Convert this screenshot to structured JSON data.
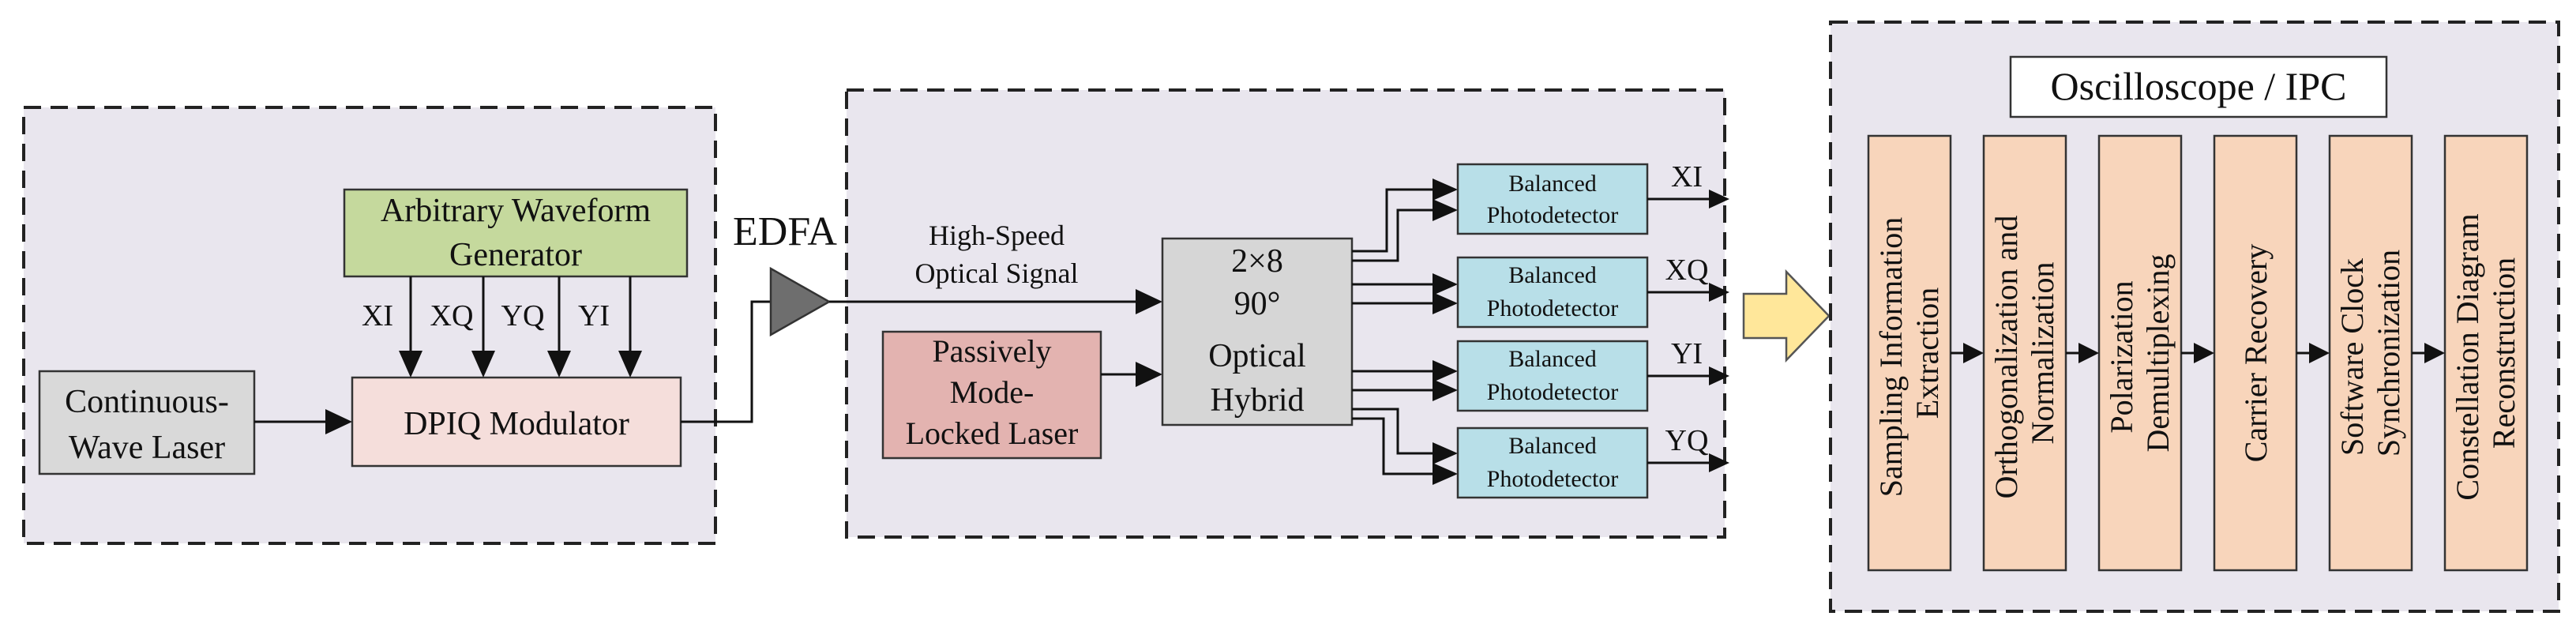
{
  "colors": {
    "panel_fill": "#e9e6ee",
    "laser_fill": "#d9d9d9",
    "awg_fill": "#c5d99d",
    "modulator_fill": "#f5dedb",
    "mll_fill": "#e3b3b0",
    "hybrid_fill": "#d6d6d6",
    "photodetector_fill": "#b8dfe8",
    "dsp_fill": "#f8d5bb",
    "big_arrow_fill": "#ffe79a"
  },
  "transmitter": {
    "awg_lines": [
      "Arbitrary Waveform",
      "Generator"
    ],
    "laser_lines": [
      "Continuous-",
      "Wave Laser"
    ],
    "modulator_label": "DPIQ Modulator",
    "channel_labels": [
      "XI",
      "XQ",
      "YQ",
      "YI"
    ]
  },
  "amplifier": {
    "label": "EDFA"
  },
  "receiver": {
    "signal_lines": [
      "High-Speed",
      "Optical Signal"
    ],
    "mll_lines": [
      "Passively",
      "Mode-",
      "Locked Laser"
    ],
    "hybrid_lines": [
      "2×8",
      "90°",
      "Optical",
      "Hybrid"
    ],
    "photodetectors": [
      {
        "lines": [
          "Balanced",
          "Photodetector"
        ],
        "output": "XI"
      },
      {
        "lines": [
          "Balanced",
          "Photodetector"
        ],
        "output": "XQ"
      },
      {
        "lines": [
          "Balanced",
          "Photodetector"
        ],
        "output": "YI"
      },
      {
        "lines": [
          "Balanced",
          "Photodetector"
        ],
        "output": "YQ"
      }
    ]
  },
  "processing": {
    "title": "Oscilloscope / IPC",
    "steps": [
      {
        "lines": [
          "Sampling Information",
          "Extraction"
        ]
      },
      {
        "lines": [
          "Orthogonalization and",
          "Normalization"
        ]
      },
      {
        "lines": [
          "Polarization",
          "Demultiplexing"
        ]
      },
      {
        "lines": [
          "Carrier Recovery"
        ]
      },
      {
        "lines": [
          "Software Clock",
          "Synchronization"
        ]
      },
      {
        "lines": [
          "Constellation Diagram",
          "Reconstruction"
        ]
      }
    ]
  }
}
